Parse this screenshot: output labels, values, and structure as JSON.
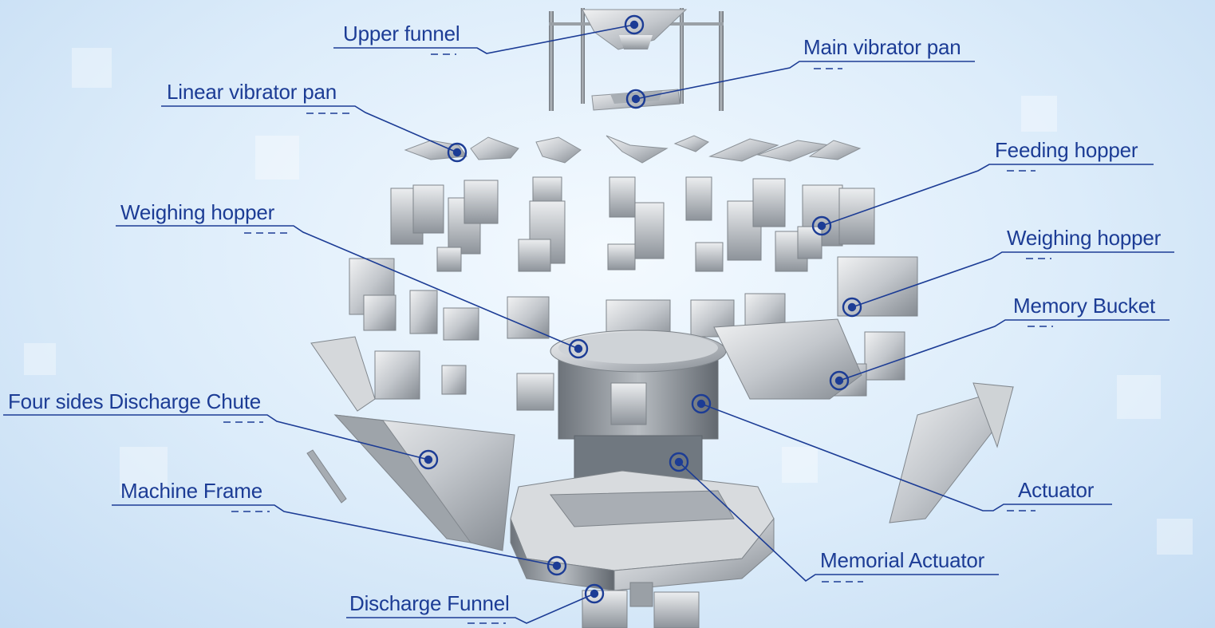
{
  "colors": {
    "accent": "#1c3c95",
    "metal_light": "#e8eaec",
    "metal_mid": "#b9bec4",
    "metal_dark": "#7d848c"
  },
  "labels": {
    "upper_funnel": "Upper funnel",
    "main_vibrator_pan": "Main vibrator pan",
    "linear_vibrator_pan": "Linear vibrator pan",
    "feeding_hopper": "Feeding hopper",
    "weighing_hopper_left": "Weighing hopper",
    "weighing_hopper_right": "Weighing hopper",
    "memory_bucket": "Memory Bucket",
    "four_sides_discharge_chute": "Four sides Discharge Chute",
    "machine_frame": "Machine Frame",
    "actuator": "Actuator",
    "memorial_actuator": "Memorial Actuator",
    "discharge_funnel": "Discharge Funnel"
  }
}
